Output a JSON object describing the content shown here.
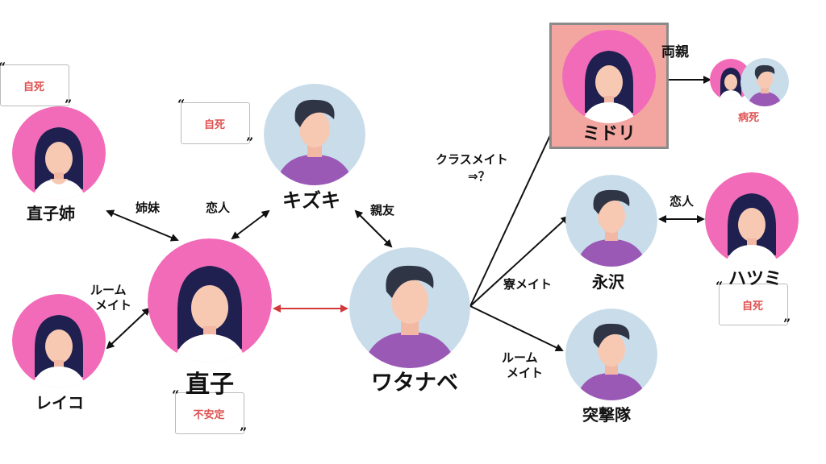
{
  "people": {
    "naoko_sister": {
      "name": "直子姉"
    },
    "reiko": {
      "name": "レイコ"
    },
    "naoko": {
      "name": "直子",
      "note": "不安定"
    },
    "kizuki": {
      "name": "キズキ"
    },
    "watanabe": {
      "name": "ワタナベ"
    },
    "midori": {
      "name": "ミドリ"
    },
    "midori_parents": {
      "label": "両親",
      "note": "病死"
    },
    "nagasawa": {
      "name": "永沢"
    },
    "hatsumi": {
      "name": "ハツミ"
    },
    "totsugekitai": {
      "name": "突撃隊"
    }
  },
  "notes": {
    "naoko_sister_note": "自死",
    "kizuki_note": "自死",
    "hatsumi_note": "自死"
  },
  "relations": {
    "sisters": "姉妹",
    "lovers_kizuki": "恋人",
    "roommate_reiko_1": "ルーム",
    "roommate_reiko_2": "メイト",
    "best_friend": "親友",
    "classmate_1": "クラスメイト",
    "classmate_2": "⇒？",
    "dorm_mate": "寮メイト",
    "lovers_hatsumi": "恋人",
    "roommate_totsu_1": "ルーム",
    "roommate_totsu_2": "メイト"
  },
  "colors": {
    "female_bg": "#f26bb8",
    "male_bg": "#c9dcea",
    "midori_frame_bg": "#f3a6a0",
    "midori_frame_border": "#8a8a8a",
    "note_red": "#e05050",
    "red_arrow": "#d23a3a"
  }
}
